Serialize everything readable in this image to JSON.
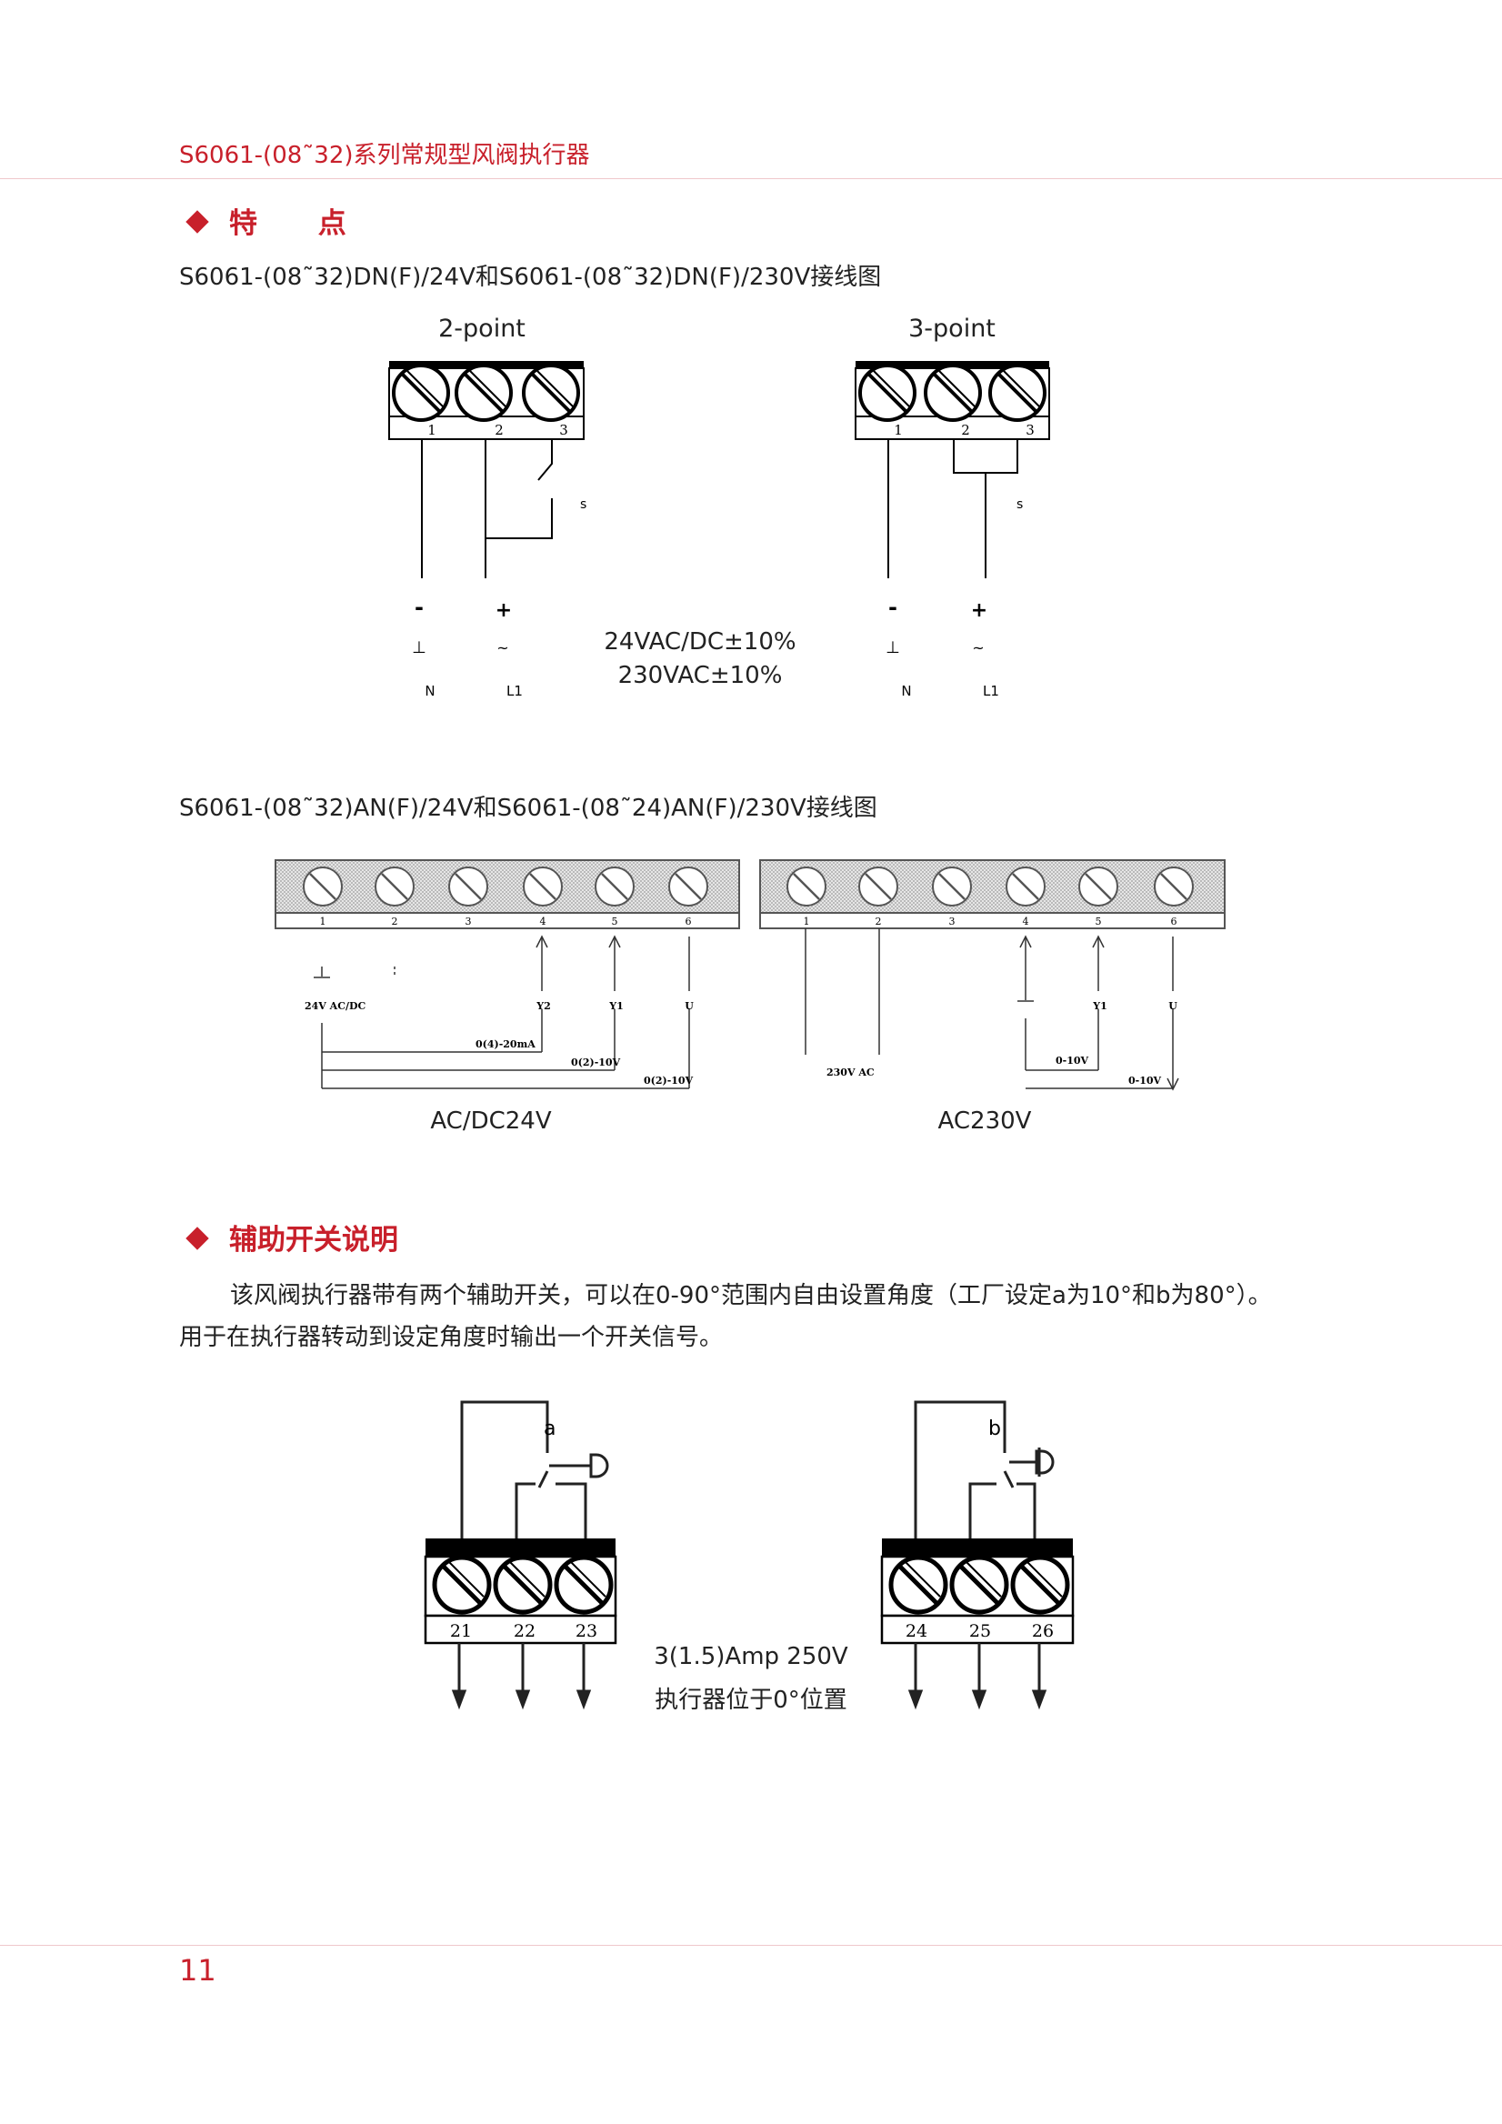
{
  "header": {
    "title": "S6061-(08˜32)系列常规型风阀执行器"
  },
  "section_features": {
    "title": "特 点"
  },
  "dn_wiring": {
    "caption": "S6061-(08˜32)DN(F)/24V和S6061-(08˜32)DN(F)/230V接线图",
    "two_point": {
      "title": "2-point",
      "terminals": [
        "1",
        "2",
        "3"
      ],
      "switch_label": "s",
      "signs": [
        "-",
        "+"
      ],
      "symbols": [
        "⊥",
        "~"
      ],
      "lines": [
        "N",
        "L1"
      ]
    },
    "three_point": {
      "title": "3-point",
      "terminals": [
        "1",
        "2",
        "3"
      ],
      "switch_label": "s",
      "signs": [
        "-",
        "+"
      ],
      "symbols": [
        "⊥",
        "~"
      ],
      "lines": [
        "N",
        "L1"
      ]
    },
    "voltage": [
      "24VAC/DC±10%",
      "230VAC±10%"
    ]
  },
  "an_wiring": {
    "caption": "S6061-(08˜32)AN(F)/24V和S6061-(08˜24)AN(F)/230V接线图",
    "left": {
      "terminals": [
        "1",
        "2",
        "3",
        "4",
        "5",
        "6"
      ],
      "signal_labels": [
        "Y2",
        "Y1",
        "U"
      ],
      "supply_label": "24V AC/DC",
      "signals": [
        "0(4)-20mA",
        "0(2)-10V",
        "0(2)-10V"
      ],
      "title": "AC/DC24V"
    },
    "right": {
      "terminals": [
        "1",
        "2",
        "3",
        "4",
        "5",
        "6"
      ],
      "signal_labels": [
        "Y1",
        "U"
      ],
      "supply_label": "230V AC",
      "signals": [
        "0-10V",
        "0-10V"
      ],
      "title": "AC230V"
    }
  },
  "section_aux": {
    "title": "辅助开关说明"
  },
  "aux_text": {
    "line1": "该风阀执行器带有两个辅助开关，可以在0-90°范围内自由设置角度（工厂设定a为10°和b为80°）。",
    "line2": "用于在执行器转动到设定角度时输出一个开关信号。"
  },
  "aux_diagram": {
    "switch_a": {
      "label": "a",
      "terminals": [
        "21",
        "22",
        "23"
      ]
    },
    "switch_b": {
      "label": "b",
      "terminals": [
        "24",
        "25",
        "26"
      ]
    },
    "rating": "3(1.5)Amp 250V",
    "position": "执行器位于0°位置"
  },
  "footer": {
    "page_number": "11"
  }
}
